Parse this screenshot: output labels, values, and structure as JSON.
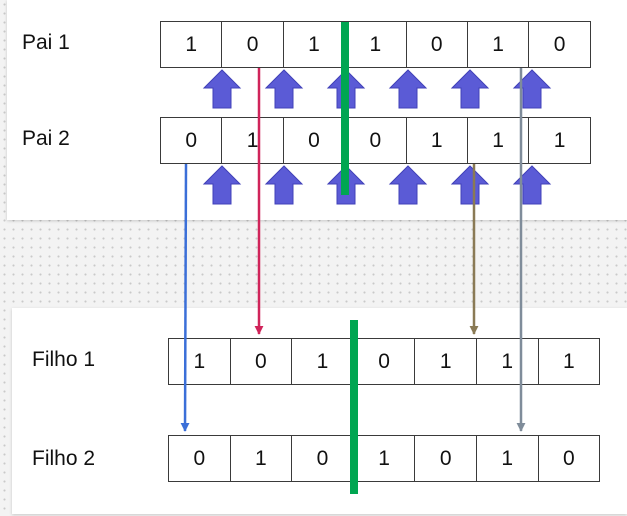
{
  "parents": [
    {
      "label": "Pai 1",
      "bits": [
        "1",
        "0",
        "1",
        "1",
        "0",
        "1",
        "0"
      ]
    },
    {
      "label": "Pai 2",
      "bits": [
        "0",
        "1",
        "0",
        "0",
        "1",
        "1",
        "1"
      ]
    }
  ],
  "children": [
    {
      "label": "Filho 1",
      "bits": [
        "1",
        "0",
        "1",
        "0",
        "1",
        "1",
        "1"
      ]
    },
    {
      "label": "Filho 2",
      "bits": [
        "0",
        "1",
        "0",
        "1",
        "0",
        "1",
        "0"
      ]
    }
  ],
  "colors": {
    "crossover_line": "#00a651",
    "swap_arrow": "#5b5bd6",
    "arrow_to_filho2_gene1": "#3b6fd8",
    "arrow_to_filho1_gene2": "#d0245a",
    "arrow_to_filho1_gene6": "#8a7a55",
    "arrow_to_filho2_gene6": "#7f8c9a"
  },
  "crossover_point_after_gene": 3,
  "swap_arrow_icon": "up-arrow-icon"
}
